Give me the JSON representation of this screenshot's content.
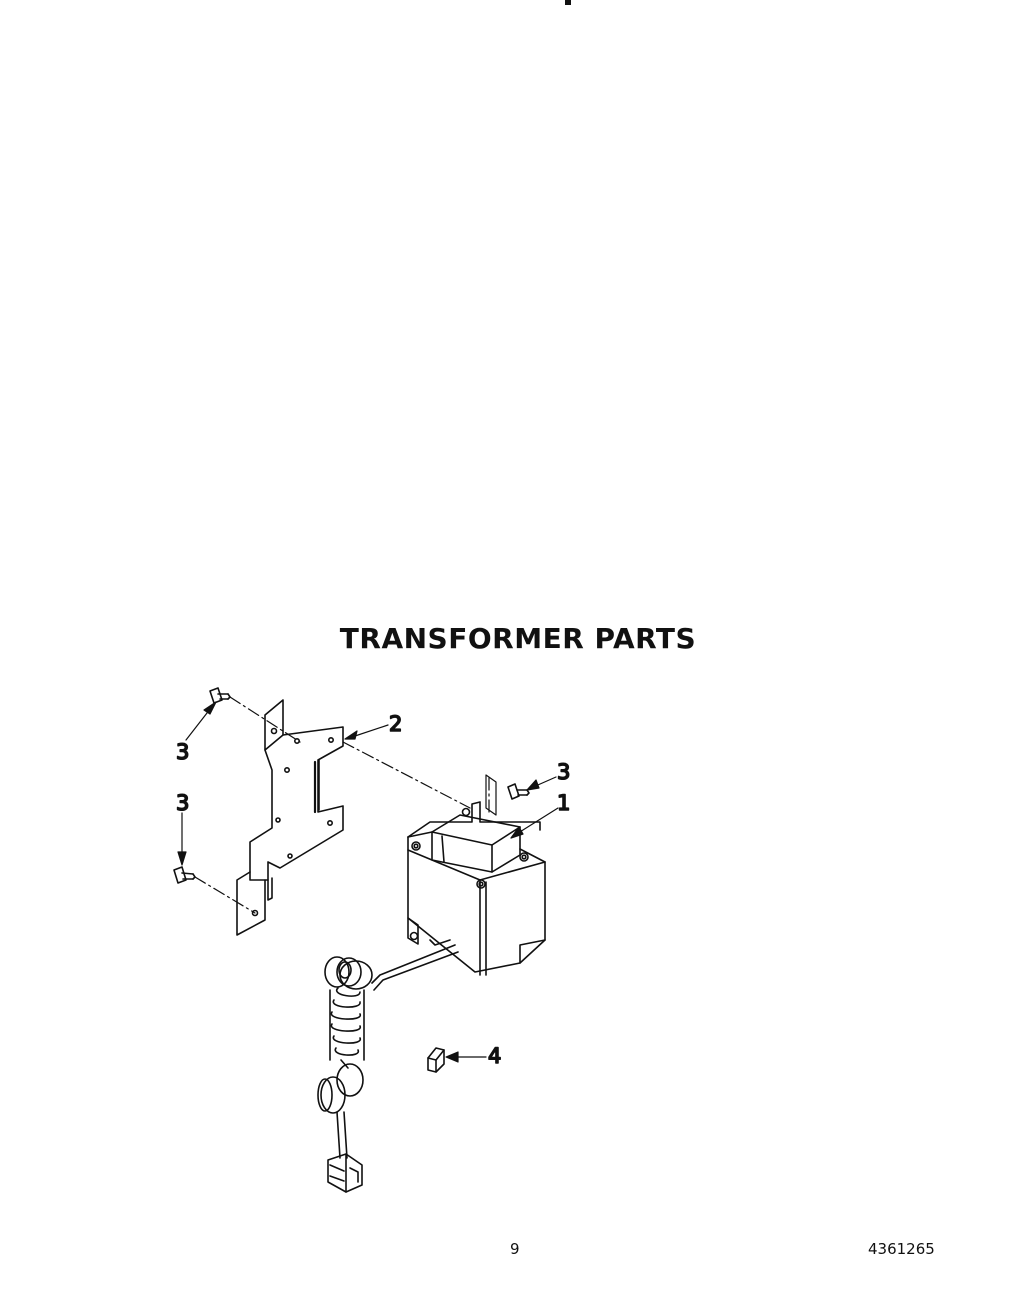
{
  "page": {
    "title": "TRANSFORMER PARTS",
    "page_number": "9",
    "document_number": "4361265"
  },
  "callouts": {
    "transformer": "1",
    "bracket": "2",
    "screw_upper_left": "3",
    "screw_lower_left": "3",
    "screw_transformer": "3",
    "clip": "4"
  }
}
